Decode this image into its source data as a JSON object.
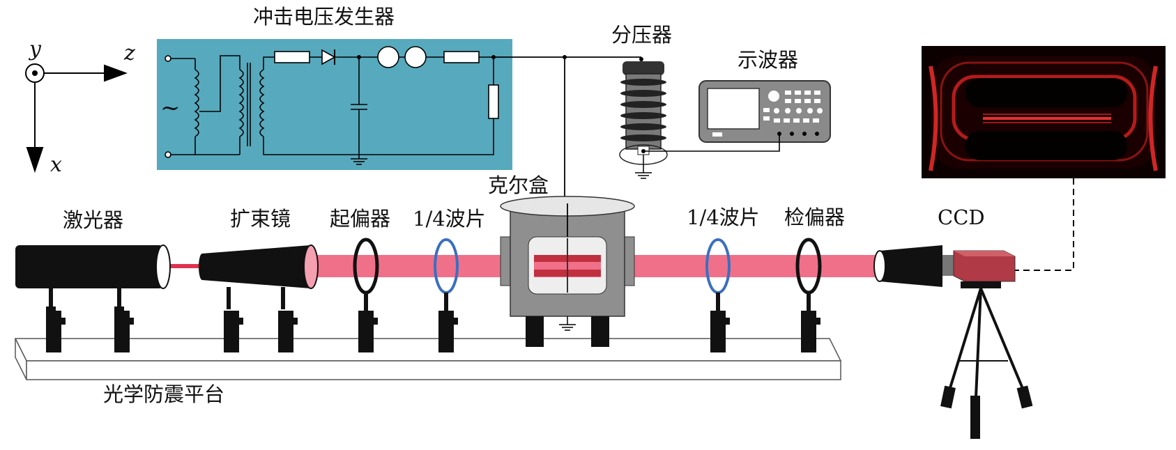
{
  "labels": {
    "impulse_generator": "冲击电压发生器",
    "voltage_divider": "分压器",
    "oscilloscope": "示波器",
    "kerr_cell": "克尔盒",
    "laser": "激光器",
    "beam_expander": "扩束镜",
    "polarizer": "起偏器",
    "quarter_wave_1": "1/4波片",
    "quarter_wave_2": "1/4波片",
    "analyzer": "检偏器",
    "ccd": "CCD",
    "platform": "光学防震平台"
  },
  "axes": {
    "y": "y",
    "z": "z",
    "x": "x"
  },
  "ac_symbol": "~",
  "colors": {
    "generator_panel": "#57a9bd",
    "laser_beam": "#f0708a",
    "laser_core": "#e0314f",
    "ccd_body": "#b03a45",
    "waveplate_ring": "#3a6fc0",
    "kerr_body": "#8f8f8f"
  }
}
